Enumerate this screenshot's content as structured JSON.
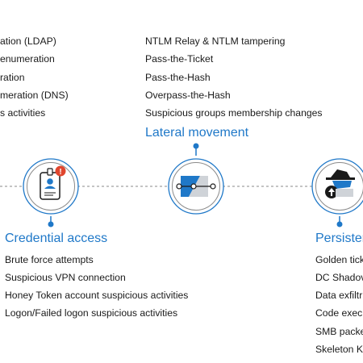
{
  "left_column": {
    "items": [
      "ation (LDAP)",
      "enumeration",
      "ration",
      "meration (DNS)",
      "s activities"
    ]
  },
  "lateral_movement": {
    "heading": "Lateral movement",
    "items": [
      "NTLM Relay & NTLM tampering",
      "Pass-the-Ticket",
      "Pass-the-Hash",
      "Overpass-the-Hash",
      "Suspicious groups membership changes"
    ]
  },
  "credential_access": {
    "heading": "Credential access",
    "items": [
      "Brute force attempts",
      "Suspicious VPN connection",
      "Honey Token account suspicious activities",
      "Logon/Failed logon suspicious activities"
    ]
  },
  "persistence": {
    "heading": "Persister",
    "items": [
      "Golden tick",
      "DC Shadov",
      "Data exfiltr",
      "Code exec",
      "SMB packe",
      "Skeleton K"
    ]
  },
  "icons": {
    "credential": "id-badge-alert-icon",
    "lateral": "network-arrow-icon",
    "persistence": "hacker-arrow-icon"
  },
  "colors": {
    "accent": "#1f78c8",
    "alert": "#e0462e",
    "line": "#7a7a7a",
    "text": "#1a1a1a"
  }
}
